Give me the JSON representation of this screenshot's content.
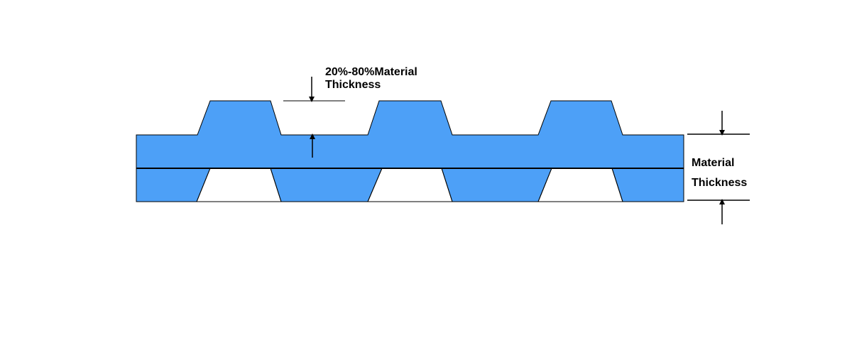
{
  "colors": {
    "material_fill": "#4da0f7",
    "outline": "#000000",
    "background": "#ffffff"
  },
  "labels": {
    "projection_depth_line1": "20%-80%Material",
    "projection_depth_line2": "Thickness",
    "material_thickness_line1": "Material",
    "material_thickness_line2": "Thickness"
  }
}
